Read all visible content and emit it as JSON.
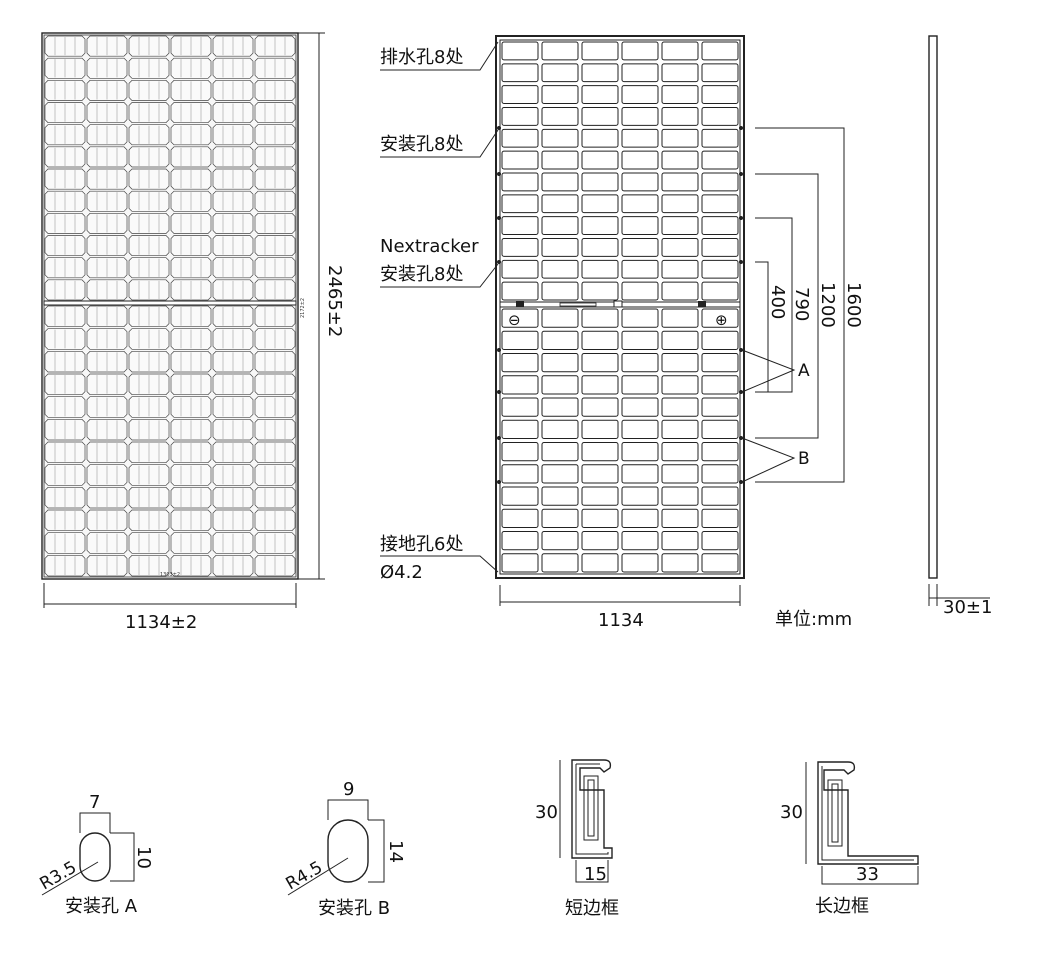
{
  "front_view": {
    "height_dim": "2465±2",
    "width_dim": "1134±2",
    "inner_height_note": "2172±2",
    "inner_width_note": "1303±2"
  },
  "back_view": {
    "callouts": {
      "drain_holes": "排水孔8处",
      "mount_holes": "安装孔8处",
      "nextracker_line1": "Nextracker",
      "nextracker_line2": "安装孔8处",
      "ground_line1": "接地孔6处",
      "ground_line2": "Ø4.2"
    },
    "dims": {
      "d400": "400",
      "d790": "790",
      "d1200": "1200",
      "d1600": "1600",
      "width": "1134"
    },
    "label_a": "A",
    "label_b": "B",
    "unit": "单位:mm",
    "minus_symbol": "⊖",
    "plus_symbol": "⊕"
  },
  "side_view": {
    "thickness_dim": "30±1"
  },
  "details": {
    "hole_a": {
      "width": "7",
      "height": "10",
      "radius": "R3.5",
      "caption": "安装孔 A"
    },
    "hole_b": {
      "width": "9",
      "height": "14",
      "radius": "R4.5",
      "caption": "安装孔 B"
    },
    "short_frame": {
      "height": "30",
      "width": "15",
      "caption": "短边框"
    },
    "long_frame": {
      "height": "30",
      "width": "33",
      "caption": "长边框"
    }
  }
}
